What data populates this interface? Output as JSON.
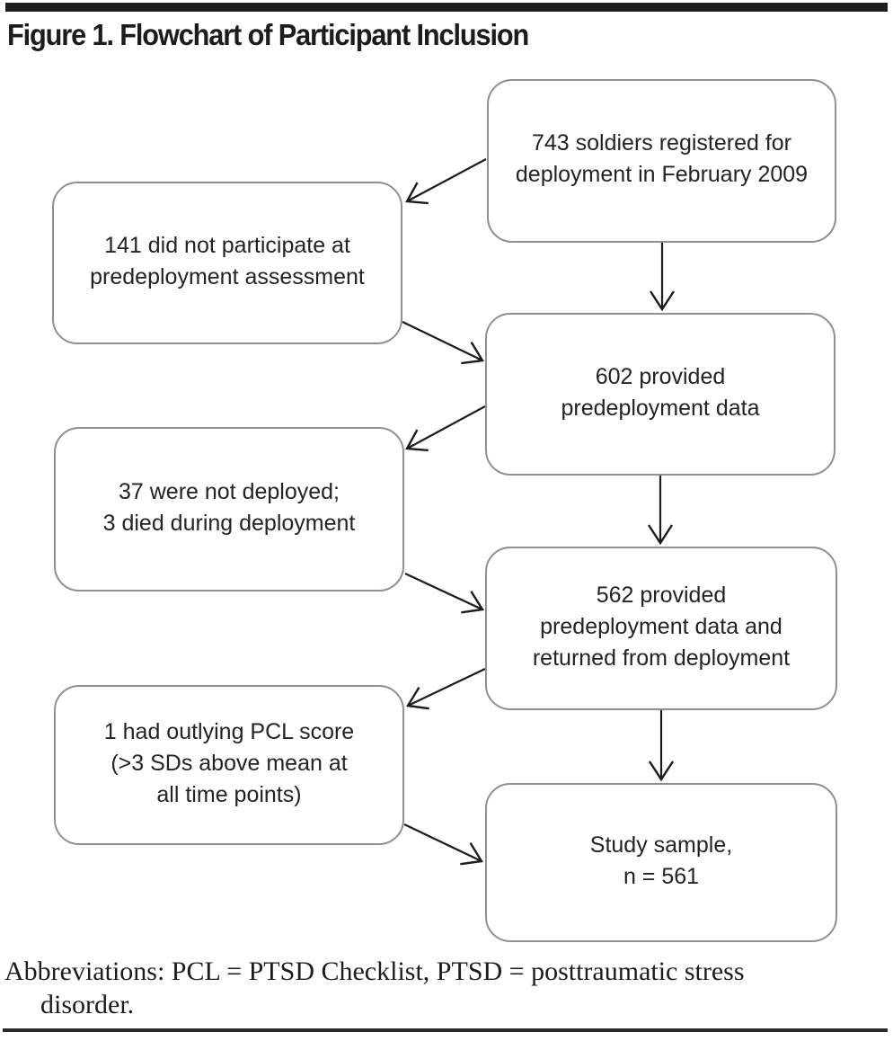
{
  "figure": {
    "title": "Figure 1. Flowchart of Participant Inclusion",
    "footnote": "Abbreviations: PCL = PTSD Checklist, PTSD = posttraumatic stress\ndisorder."
  },
  "boxes": {
    "registered": {
      "text": "743 soldiers registered for\ndeployment in February 2009"
    },
    "no_predeployment": {
      "text": "141 did not participate at\npredeployment assessment"
    },
    "provided_predeployment": {
      "text": "602 provided\npredeployment data"
    },
    "not_deployed": {
      "text": "37 were not deployed;\n3 died during deployment"
    },
    "returned": {
      "text": "562 provided\npredeployment data and\nreturned from deployment"
    },
    "outlier": {
      "text": "1 had outlying PCL score\n(>3 SDs above mean at\nall time points)"
    },
    "study_sample": {
      "text": "Study sample,\nn = 561"
    }
  },
  "edges": [
    {
      "from": "registered",
      "to": "no_predeployment"
    },
    {
      "from": "registered",
      "to": "provided_predeployment"
    },
    {
      "from": "no_predeployment",
      "to": "provided_predeployment"
    },
    {
      "from": "provided_predeployment",
      "to": "not_deployed"
    },
    {
      "from": "provided_predeployment",
      "to": "returned"
    },
    {
      "from": "not_deployed",
      "to": "returned"
    },
    {
      "from": "returned",
      "to": "outlier"
    },
    {
      "from": "returned",
      "to": "study_sample"
    },
    {
      "from": "outlier",
      "to": "study_sample"
    }
  ],
  "colors": {
    "box_border": "#8f8f8f",
    "arrow": "#1c1c1c",
    "text": "#262223",
    "rule": "#1e1e1e",
    "background": "#ffffff"
  }
}
